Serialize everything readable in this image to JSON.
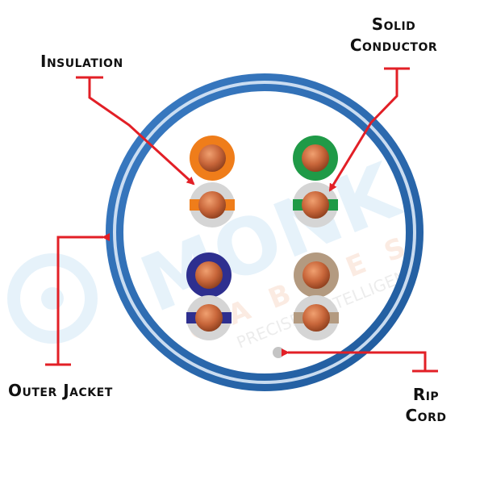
{
  "labels": {
    "insulation": "Insulation",
    "solid_conductor_line1": "Solid",
    "solid_conductor_line2": "Conductor",
    "outer_jacket": "Outer Jacket",
    "rip_cord_line1": "Rip",
    "rip_cord_line2": "Cord"
  },
  "watermark": {
    "line1": "MONK",
    "line2": "CABLES",
    "tagline": "PRECISE • INTELLIGENT"
  },
  "colors": {
    "jacket": "#2f6fb5",
    "jacket_highlight": "#dbe9f7",
    "annotation": "#e21f26",
    "copper": "#c8663a",
    "insulation_gray": "#d5d5d5",
    "orange": "#ef7d1a",
    "green": "#1f9a47",
    "blue": "#2e2f8f",
    "brown": "#b39a80",
    "rip_cord": "#c4c4c4"
  }
}
